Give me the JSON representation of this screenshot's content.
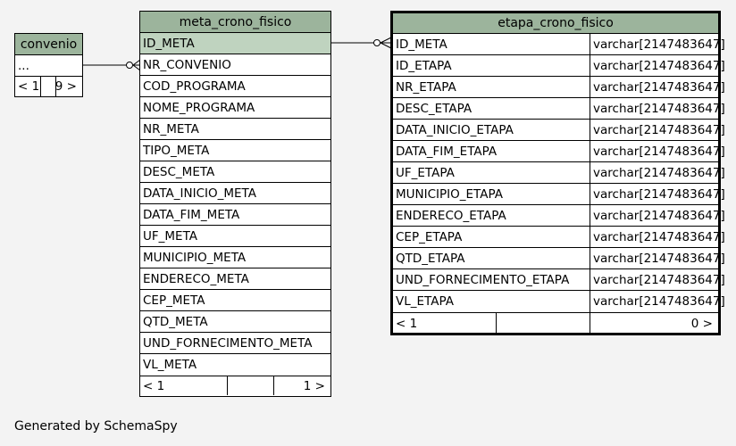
{
  "convenio": {
    "title": "convenio",
    "rows": [
      "..."
    ],
    "footer": [
      "< 1",
      "",
      "9 >"
    ]
  },
  "meta": {
    "title": "meta_crono_fisico",
    "rows": [
      "ID_META",
      "NR_CONVENIO",
      "COD_PROGRAMA",
      "NOME_PROGRAMA",
      "NR_META",
      "TIPO_META",
      "DESC_META",
      "DATA_INICIO_META",
      "DATA_FIM_META",
      "UF_META",
      "MUNICIPIO_META",
      "ENDERECO_META",
      "CEP_META",
      "QTD_META",
      "UND_FORNECIMENTO_META",
      "VL_META"
    ],
    "footer": [
      "< 1",
      "",
      "1 >"
    ]
  },
  "etapa": {
    "title": "etapa_crono_fisico",
    "rows": [
      {
        "name": "ID_META",
        "type": "varchar[2147483647]"
      },
      {
        "name": "ID_ETAPA",
        "type": "varchar[2147483647]"
      },
      {
        "name": "NR_ETAPA",
        "type": "varchar[2147483647]"
      },
      {
        "name": "DESC_ETAPA",
        "type": "varchar[2147483647]"
      },
      {
        "name": "DATA_INICIO_ETAPA",
        "type": "varchar[2147483647]"
      },
      {
        "name": "DATA_FIM_ETAPA",
        "type": "varchar[2147483647]"
      },
      {
        "name": "UF_ETAPA",
        "type": "varchar[2147483647]"
      },
      {
        "name": "MUNICIPIO_ETAPA",
        "type": "varchar[2147483647]"
      },
      {
        "name": "ENDERECO_ETAPA",
        "type": "varchar[2147483647]"
      },
      {
        "name": "CEP_ETAPA",
        "type": "varchar[2147483647]"
      },
      {
        "name": "QTD_ETAPA",
        "type": "varchar[2147483647]"
      },
      {
        "name": "UND_FORNECIMENTO_ETAPA",
        "type": "varchar[2147483647]"
      },
      {
        "name": "VL_ETAPA",
        "type": "varchar[2147483647]"
      }
    ],
    "footer": [
      "< 1",
      "",
      "0 >"
    ]
  },
  "generated_by": "Generated by SchemaSpy"
}
